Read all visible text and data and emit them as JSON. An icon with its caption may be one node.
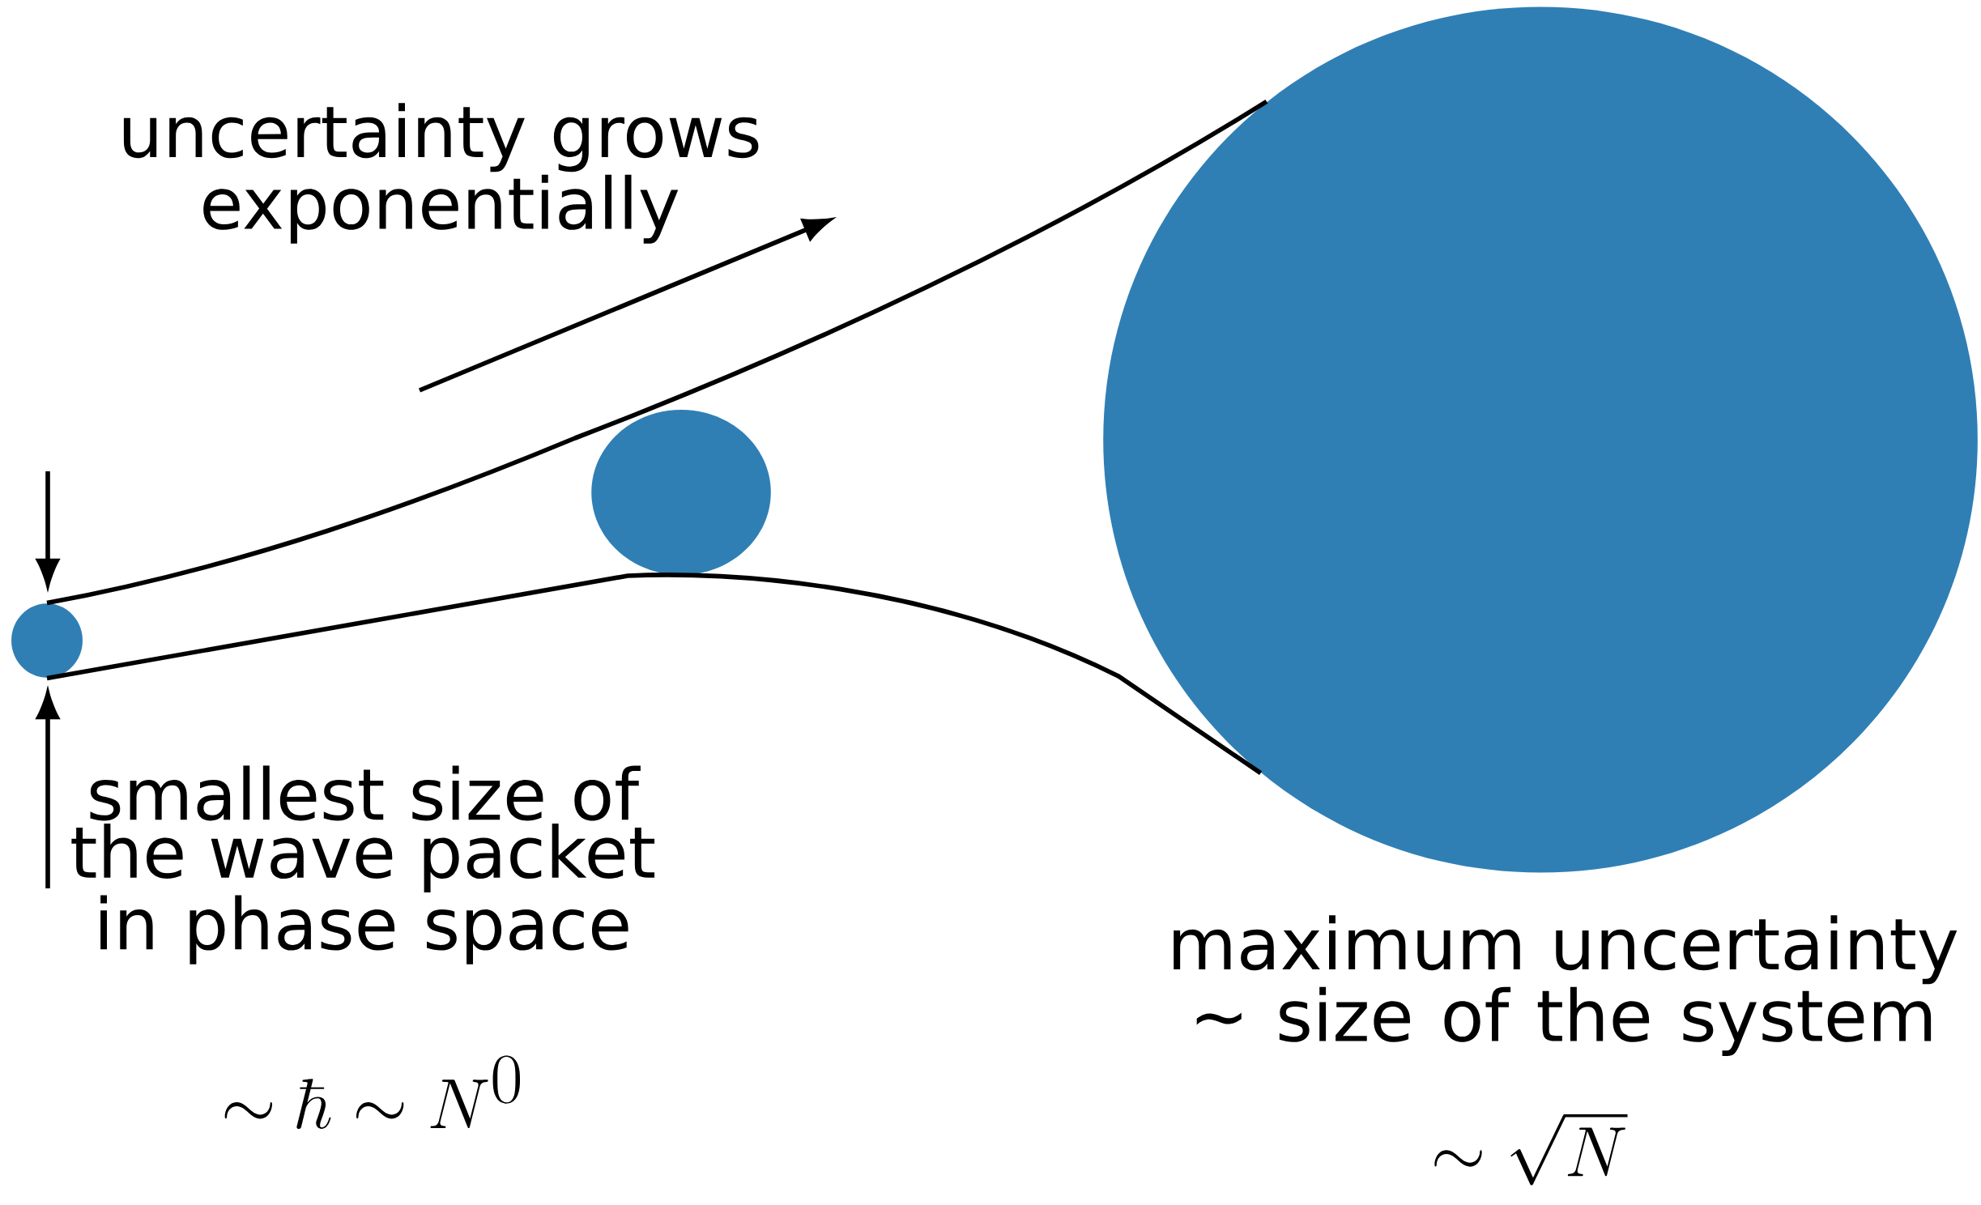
{
  "diagram": {
    "nodes": [
      {
        "text": [],
        "shape": "circle"
      },
      {
        "text": [],
        "shape": "circle"
      },
      {
        "text": [],
        "shape": "circle"
      }
    ],
    "edges": [
      {
        "from": 0,
        "to": 2,
        "arrow": "none"
      },
      {
        "from": 0,
        "to": 2,
        "arrow": "none"
      }
    ],
    "labels": [
      "uncertainty grows exponentially",
      "smallest size of the wave packet in phase space",
      "\\sim \\hbar \\sim N^0",
      "maximum uncertainty ∼ size of the system",
      "\\sim \\sqrt{N}"
    ]
  }
}
